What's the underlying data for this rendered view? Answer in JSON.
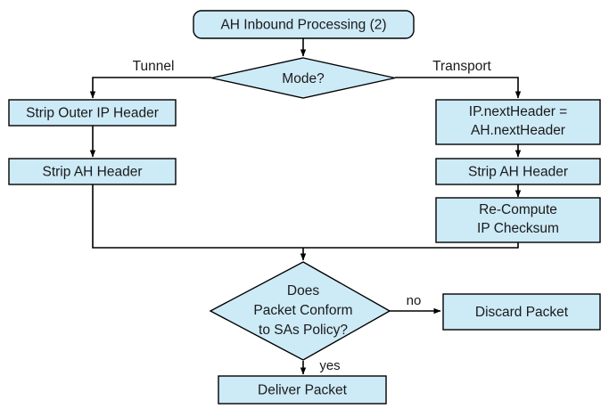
{
  "diagram": {
    "title": "AH Inbound Processing (2)",
    "nodes": {
      "start": {
        "label": "AH Inbound Processing (2)",
        "shape": "rounded-rect"
      },
      "mode_decision": {
        "label": "Mode?",
        "shape": "diamond"
      },
      "strip_outer_ip_header": {
        "label": "Strip Outer IP Header",
        "shape": "rect"
      },
      "strip_ah_header_tunnel": {
        "label": "Strip AH Header",
        "shape": "rect"
      },
      "ip_nextheader_line1": {
        "label": "IP.nextHeader =",
        "shape": "rect"
      },
      "ip_nextheader_line2": {
        "label": "AH.nextHeader",
        "shape": "rect"
      },
      "strip_ah_header_transport": {
        "label": "Strip AH Header",
        "shape": "rect"
      },
      "recompute_line1": {
        "label": "Re-Compute",
        "shape": "rect"
      },
      "recompute_line2": {
        "label": "IP Checksum",
        "shape": "rect"
      },
      "policy_decision_line1": {
        "label": "Does",
        "shape": "diamond"
      },
      "policy_decision_line2": {
        "label": "Packet Conform",
        "shape": "diamond"
      },
      "policy_decision_line3": {
        "label": "to SAs Policy?",
        "shape": "diamond"
      },
      "discard_packet": {
        "label": "Discard Packet",
        "shape": "rect"
      },
      "deliver_packet": {
        "label": "Deliver Packet",
        "shape": "rect"
      }
    },
    "edge_labels": {
      "tunnel": "Tunnel",
      "transport": "Transport",
      "no": "no",
      "yes": "yes"
    },
    "colors": {
      "node_fill": "#cdeaf7",
      "node_stroke": "#000000",
      "text": "#1a1a1a",
      "background": "#ffffff"
    }
  }
}
